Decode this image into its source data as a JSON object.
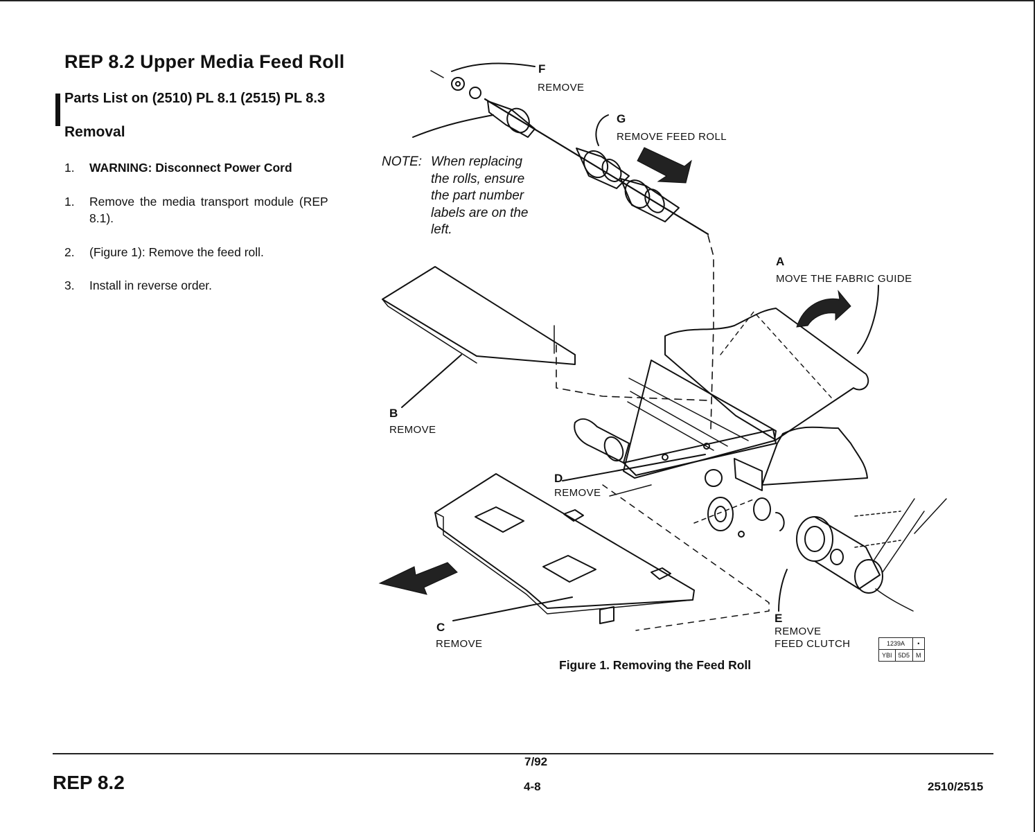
{
  "header": {
    "title": "REP 8.2  Upper Media Feed Roll",
    "parts_list": "Parts List on (2510) PL 8.1 (2515) PL 8.3",
    "section": "Removal"
  },
  "steps": [
    {
      "num": "1.",
      "text": "WARNING: Disconnect Power Cord"
    },
    {
      "num": "1.",
      "text_line1": "Remove the media transport module (REP",
      "text_line2": "8.1)."
    },
    {
      "num": "2.",
      "text": "(Figure 1):  Remove the feed roll."
    },
    {
      "num": "3.",
      "text": "Install in reverse order."
    }
  ],
  "note": {
    "label": "NOTE:",
    "lines": [
      "When replacing",
      "the rolls, ensure",
      "the part number",
      "labels are on the",
      "left."
    ]
  },
  "figure": {
    "callouts": {
      "A": {
        "letter": "A",
        "label": "MOVE THE FABRIC GUIDE"
      },
      "B": {
        "letter": "B",
        "label": "REMOVE"
      },
      "C": {
        "letter": "C",
        "label": "REMOVE"
      },
      "D": {
        "letter": "D",
        "label": "REMOVE"
      },
      "E": {
        "letter": "E",
        "label_line1": "REMOVE",
        "label_line2": "FEED CLUTCH"
      },
      "F": {
        "letter": "F",
        "label": "REMOVE"
      },
      "G": {
        "letter": "G",
        "label": "REMOVE FEED ROLL"
      }
    },
    "caption": "Figure 1.  Removing the Feed Roll",
    "stamp": {
      "r1c1": "1239A",
      "r1c2": "•",
      "r2c1": "YBI",
      "r2c2": "5D5",
      "r2c3": "M"
    }
  },
  "footer": {
    "left": "REP 8.2",
    "date": "7/92",
    "page": "4-8",
    "right": "2510/2515"
  }
}
